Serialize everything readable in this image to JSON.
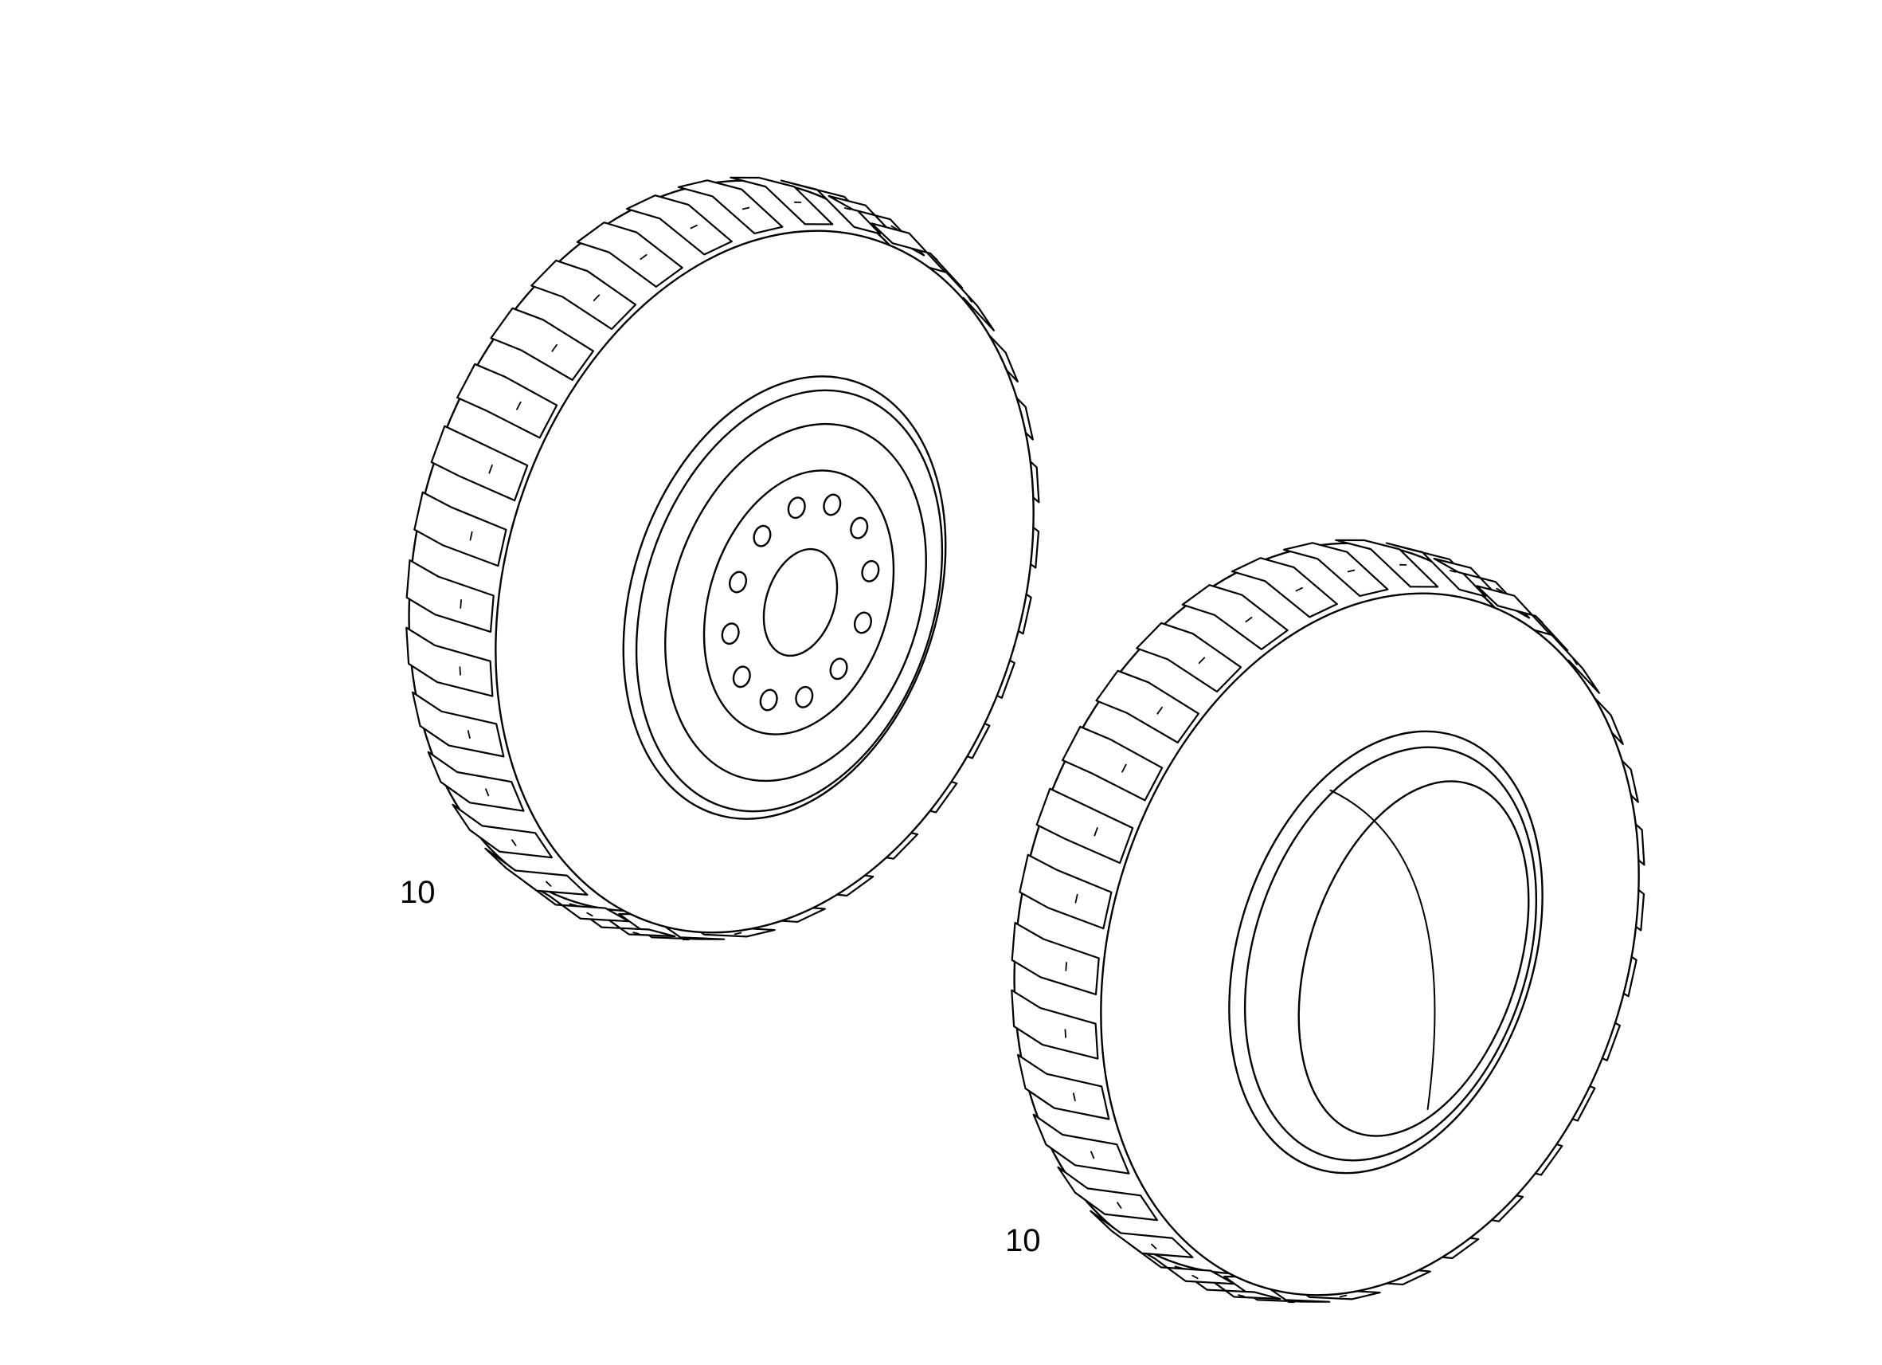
{
  "diagram": {
    "line_color": "#000000",
    "background": "#ffffff",
    "parts": [
      {
        "name": "tire-assembly-with-wheel",
        "callout": "10"
      },
      {
        "name": "tire-without-wheel",
        "callout": "10"
      }
    ]
  }
}
